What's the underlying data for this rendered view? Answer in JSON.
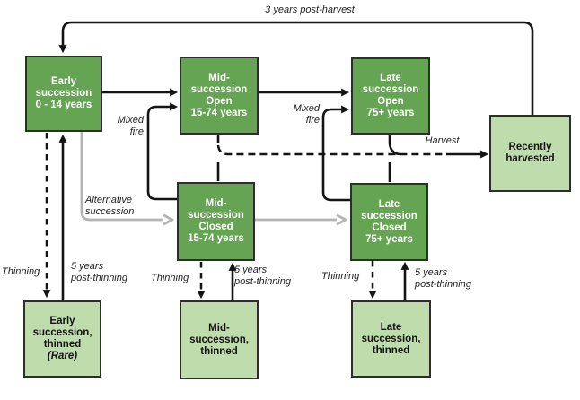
{
  "diagram": {
    "boxes": {
      "early_open": {
        "label": "Early\nsuccession\n0 - 14 years",
        "tone": "dark"
      },
      "mid_open": {
        "label": "Mid-\nsuccession\nOpen\n15-74 years",
        "tone": "dark"
      },
      "late_open": {
        "label": "Late\nsuccession\nOpen\n75+ years",
        "tone": "dark"
      },
      "mid_closed": {
        "label": "Mid-\nsuccession\nClosed\n15-74 years",
        "tone": "dark"
      },
      "late_closed": {
        "label": "Late\nsuccession\nClosed\n75+ years",
        "tone": "dark"
      },
      "recently_harvested": {
        "label": "Recently\nharvested",
        "tone": "light"
      },
      "early_thinned": {
        "label": "Early\nsuccession,\nthinned",
        "note": "(Rare)",
        "tone": "light"
      },
      "mid_thinned": {
        "label": "Mid-\nsuccession,\nthinned",
        "tone": "light"
      },
      "late_thinned": {
        "label": "Late\nsuccession,\nthinned",
        "tone": "light"
      }
    },
    "edge_labels": {
      "post_harvest": "3 years post-harvest",
      "mixed_fire_mid": "Mixed\nfire",
      "mixed_fire_late": "Mixed\nfire",
      "harvest": "Harvest",
      "alt_succession": "Alternative\nsuccession",
      "thinning_early": "Thinning",
      "post_thinning_early": "5 years\npost-thinning",
      "thinning_mid": "Thinning",
      "post_thinning_mid": "5 years\npost-thinning",
      "thinning_late": "Thinning",
      "post_thinning_late": "5 years\npost-thinning"
    },
    "edges": [
      {
        "from": "early_open",
        "to": "mid_open",
        "label": "",
        "style": "solid"
      },
      {
        "from": "mid_open",
        "to": "late_open",
        "label": "",
        "style": "solid"
      },
      {
        "from": "mid_closed",
        "to": "mid_open",
        "label": "Mixed fire",
        "style": "solid"
      },
      {
        "from": "late_closed",
        "to": "late_open",
        "label": "Mixed fire",
        "style": "solid"
      },
      {
        "from": "early_open",
        "to": "mid_closed",
        "label": "Alternative succession",
        "style": "gray"
      },
      {
        "from": "mid_closed",
        "to": "late_closed",
        "label": "Alternative succession",
        "style": "gray"
      },
      {
        "from": "mid_open / mid_closed / late_open / late_closed",
        "to": "recently_harvested",
        "label": "Harvest",
        "style": "dashed"
      },
      {
        "from": "recently_harvested",
        "to": "early_open",
        "label": "3 years post-harvest",
        "style": "solid"
      },
      {
        "from": "early_open",
        "to": "early_thinned",
        "label": "Thinning",
        "style": "dashed"
      },
      {
        "from": "early_thinned",
        "to": "early_open",
        "label": "5 years post-thinning",
        "style": "solid"
      },
      {
        "from": "mid_closed",
        "to": "mid_thinned",
        "label": "Thinning",
        "style": "dashed"
      },
      {
        "from": "mid_thinned",
        "to": "mid_closed",
        "label": "5 years post-thinning",
        "style": "solid"
      },
      {
        "from": "late_closed",
        "to": "late_thinned",
        "label": "Thinning",
        "style": "dashed"
      },
      {
        "from": "late_thinned",
        "to": "late_closed",
        "label": "5 years post-thinning",
        "style": "solid"
      }
    ],
    "colors": {
      "dark_green": "#65a453",
      "light_green": "#bedcac",
      "box_border": "#2d2d2d",
      "arrow_black": "#141414",
      "arrow_gray": "#b4b4b4",
      "background": "#ffffff"
    }
  }
}
